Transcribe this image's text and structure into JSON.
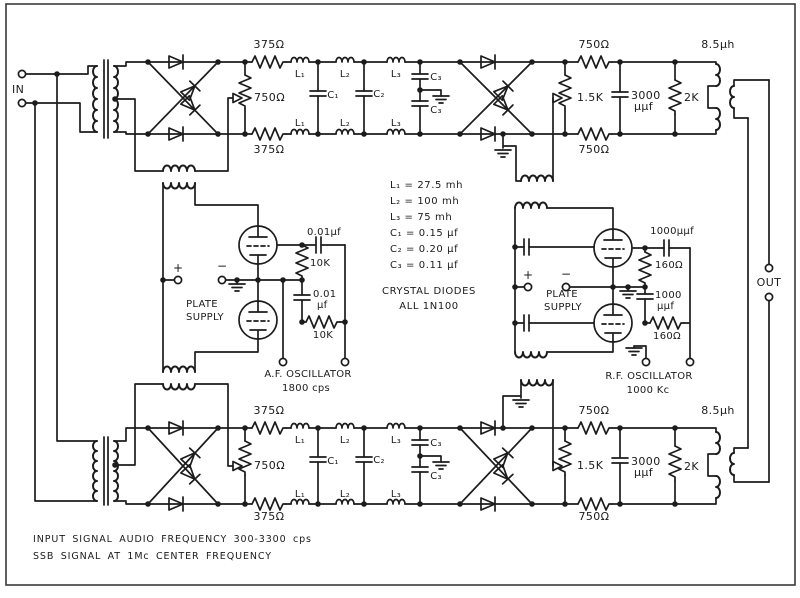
{
  "frame": {
    "ink": "#1c1c1c",
    "border": "#3a3a3a",
    "bg": "#ffffff"
  },
  "terminals": {
    "in": "IN",
    "out": "OUT"
  },
  "balanced_modulator": {
    "r_series": "375Ω",
    "pot": "750Ω"
  },
  "filter": {
    "l1": "L₁",
    "l2": "L₂",
    "l3": "L₃",
    "c1": "C₁",
    "c2": "C₂",
    "c3": "C₃"
  },
  "output_stage": {
    "r_series": "750Ω",
    "pot": "1.5K",
    "cap_value": "3000",
    "cap_unit": "μμf",
    "r_load": "2K",
    "coil": "8.5μh"
  },
  "values_table": {
    "rows": [
      "L₁ = 27.5 mh",
      "L₂ = 100  mh",
      "L₃ = 75   mh",
      "C₁ = 0.15 μf",
      "C₂ = 0.20 μf",
      "C₃ = 0.11 μf"
    ],
    "note1": "CRYSTAL DIODES",
    "note2": "ALL 1N100"
  },
  "af_oscillator": {
    "plus": "+",
    "minus": "−",
    "plate": "PLATE",
    "supply": "SUPPLY",
    "cap_top": "0.01μf",
    "r_top": "10K",
    "cap_mid_value": "0.01",
    "cap_mid_unit": "μf",
    "r_bottom": "10K",
    "name": "A.F. OSCILLATOR",
    "freq": "1800 cps"
  },
  "rf_oscillator": {
    "plus": "+",
    "minus": "−",
    "plate": "PLATE",
    "supply": "SUPPLY",
    "cap_top": "1000μμf",
    "r_top": "160Ω",
    "cap_mid_value": "1000",
    "cap_mid_unit": "μμf",
    "r_bottom": "160Ω",
    "name": "R.F. OSCILLATOR",
    "freq": "1000 Kc"
  },
  "notes": {
    "line1": "INPUT SIGNAL AUDIO FREQUENCY 300-3300 cps",
    "line2": "SSB SIGNAL AT 1Mc CENTER FREQUENCY"
  }
}
